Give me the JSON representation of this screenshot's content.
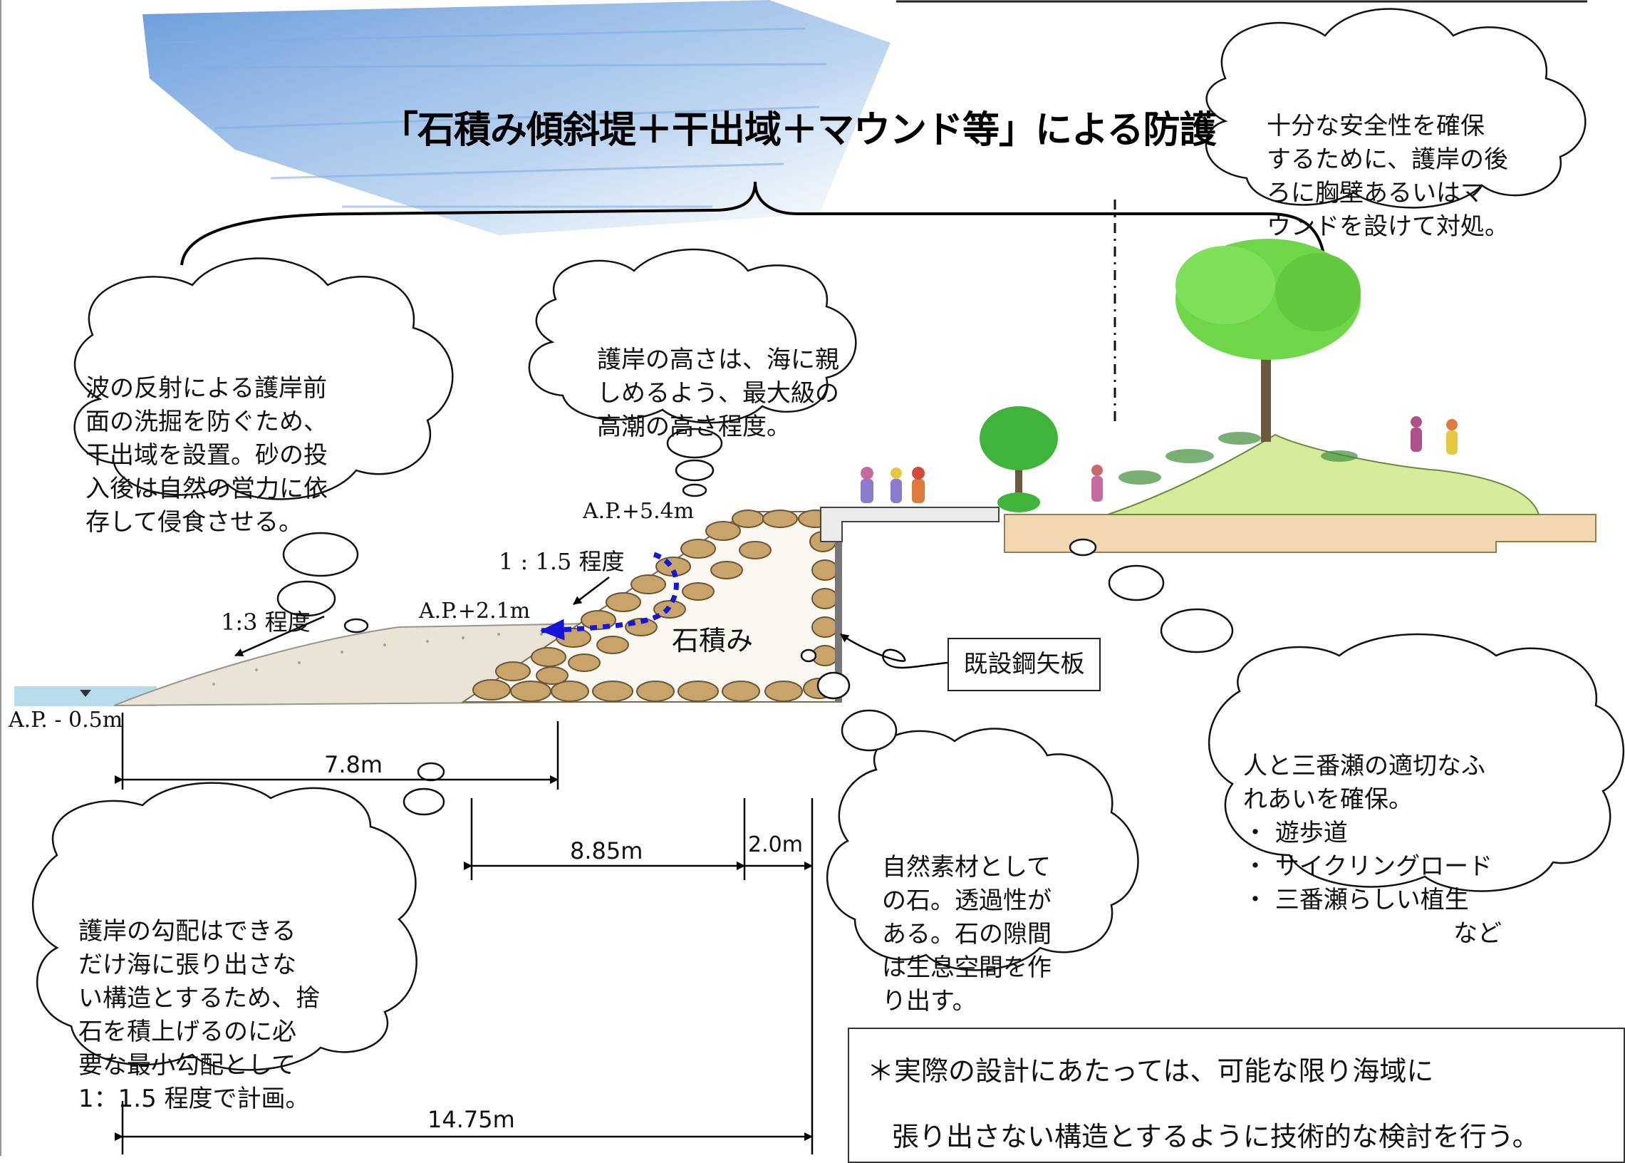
{
  "title": "「石積み傾斜堤＋干出域＋マウンド等」による防護",
  "clouds": {
    "top_right": [
      "十分な安全性を確保",
      "するために、護岸の後",
      "ろに胸壁あるいはマ",
      "ウンドを設けて対処。"
    ],
    "left": [
      "波の反射による護岸前",
      "面の洗掘を防ぐため、",
      "干出域を設置。砂の投",
      "入後は自然の営力に依",
      "存して侵食させる。"
    ],
    "center": [
      "護岸の高さは、海に親",
      "しめるよう、最大級の",
      "高潮の高さ程度。"
    ],
    "bottom_left": [
      "護岸の勾配はできる",
      "だけ海に張り出さな",
      "い構造とするため、捨",
      "石を積上げるのに必",
      "要な最小勾配として",
      "1：1.5 程度で計画。"
    ],
    "bottom_center": [
      "自然素材として",
      "の石。透過性が",
      "ある。石の隙間",
      "は生息空間を作",
      "り出す。"
    ],
    "right": [
      "人と三番瀬の適切なふ",
      "れあいを確保。",
      "・ 遊歩道",
      "・ サイクリングロード",
      "・ 三番瀬らしい植生",
      "など"
    ]
  },
  "labels": {
    "ap_54": "A.P.+5.4m",
    "ap_21": "A.P.+2.1m",
    "ap_m05": "A.P. - 0.5m",
    "slope_15": "1 : 1.5 程度",
    "slope_3": "1:3 程度",
    "ishizumi": "石積み",
    "kisetsu": "既設鋼矢板"
  },
  "dimensions": {
    "d1": "7.8m",
    "d2": "8.85m",
    "d3": "2.0m",
    "d4": "14.75m"
  },
  "note": {
    "line1": "＊実際の設計にあたっては、可能な限り海域に",
    "line2": "張り出さない構造とするように技術的な検討を行う。"
  },
  "colors": {
    "sky": "#5b95d8",
    "tree": "#6fd64a",
    "stone": "#c9a46a",
    "sand": "#e9e4d6",
    "water": "#b8dcea",
    "mound": "#d7ec9a",
    "arrow": "#1616d8"
  }
}
